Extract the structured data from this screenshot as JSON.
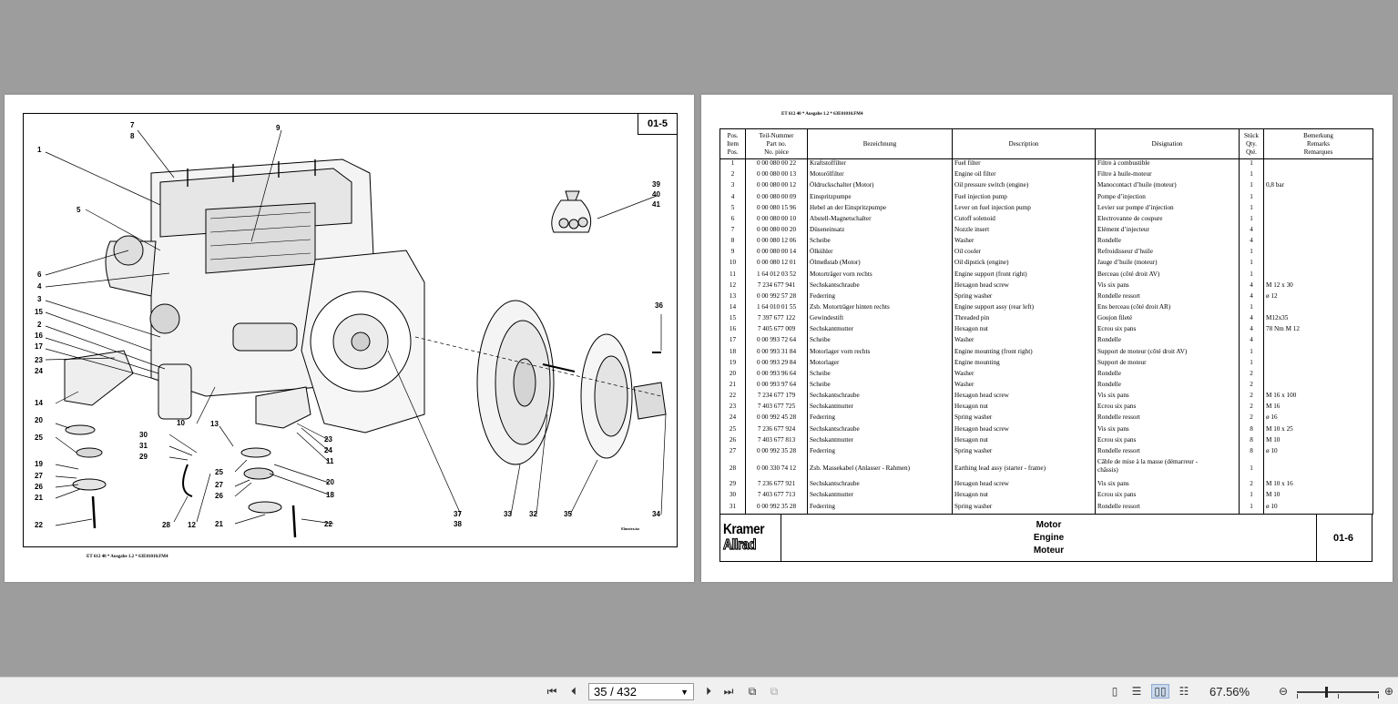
{
  "left_page": {
    "page_box": "01-5",
    "footer": "ET 612 40 * Ausgabe 1.2 * 63E01010.FM4",
    "file_name": "63motra.iso",
    "callouts": [
      {
        "id": "c7",
        "label": "7"
      },
      {
        "id": "c8",
        "label": "8"
      },
      {
        "id": "c9",
        "label": "9"
      },
      {
        "id": "c1",
        "label": "1"
      },
      {
        "id": "c5",
        "label": "5"
      },
      {
        "id": "c6",
        "label": "6"
      },
      {
        "id": "c4",
        "label": "4"
      },
      {
        "id": "c3",
        "label": "3"
      },
      {
        "id": "c15",
        "label": "15"
      },
      {
        "id": "c2",
        "label": "2"
      },
      {
        "id": "c16",
        "label": "16"
      },
      {
        "id": "c17",
        "label": "17"
      },
      {
        "id": "c23a",
        "label": "23"
      },
      {
        "id": "c24a",
        "label": "24"
      },
      {
        "id": "c14",
        "label": "14"
      },
      {
        "id": "c20a",
        "label": "20"
      },
      {
        "id": "c25a",
        "label": "25"
      },
      {
        "id": "c19",
        "label": "19"
      },
      {
        "id": "c27a",
        "label": "27"
      },
      {
        "id": "c26a",
        "label": "26"
      },
      {
        "id": "c21a",
        "label": "21"
      },
      {
        "id": "c22a",
        "label": "22"
      },
      {
        "id": "c10",
        "label": "10"
      },
      {
        "id": "c30",
        "label": "30"
      },
      {
        "id": "c31",
        "label": "31"
      },
      {
        "id": "c29",
        "label": "29"
      },
      {
        "id": "c28",
        "label": "28"
      },
      {
        "id": "c12",
        "label": "12"
      },
      {
        "id": "c13",
        "label": "13"
      },
      {
        "id": "c25b",
        "label": "25"
      },
      {
        "id": "c27b",
        "label": "27"
      },
      {
        "id": "c26b",
        "label": "26"
      },
      {
        "id": "c21b",
        "label": "21"
      },
      {
        "id": "c22b",
        "label": "22"
      },
      {
        "id": "c23b",
        "label": "23"
      },
      {
        "id": "c24b",
        "label": "24"
      },
      {
        "id": "c11",
        "label": "11"
      },
      {
        "id": "c20b",
        "label": "20"
      },
      {
        "id": "c18",
        "label": "18"
      },
      {
        "id": "c37",
        "label": "37"
      },
      {
        "id": "c38",
        "label": "38"
      },
      {
        "id": "c33",
        "label": "33"
      },
      {
        "id": "c32",
        "label": "32"
      },
      {
        "id": "c35",
        "label": "35"
      },
      {
        "id": "c34",
        "label": "34"
      },
      {
        "id": "c36",
        "label": "36"
      },
      {
        "id": "c39",
        "label": "39"
      },
      {
        "id": "c40",
        "label": "40"
      },
      {
        "id": "c41",
        "label": "41"
      }
    ]
  },
  "right_page": {
    "header": "ET 612 40 * Ausgabe 1.2 * 63E01010.FM4",
    "columns": {
      "pos": [
        "Pos.",
        "Item",
        "Pos."
      ],
      "part": [
        "Teil-Nummer",
        "Part no.",
        "No. pièce"
      ],
      "bez": "Bezeichnung",
      "desc": "Description",
      "desig": "Désignation",
      "qty": [
        "Stück",
        "Qty.",
        "Qté."
      ],
      "rem": [
        "Bemerkung",
        "Remarks",
        "Remarques"
      ]
    },
    "rows": [
      {
        "pos": "1",
        "part": "0 00 080 00 22",
        "bez": "Kraftstoffilter",
        "desc": "Fuel filter",
        "desig": "Filtre à combustible",
        "qty": "1",
        "rem": ""
      },
      {
        "pos": "2",
        "part": "0 00 080 00 13",
        "bez": "Motorölfilter",
        "desc": "Engine oil filter",
        "desig": "Filtre à huile-moteur",
        "qty": "1",
        "rem": ""
      },
      {
        "pos": "3",
        "part": "0 00 080 00 12",
        "bez": "Öldruckschalter (Motor)",
        "desc": "Oil pressure switch (engine)",
        "desig": "Manocontact d’huile (moteur)",
        "qty": "1",
        "rem": "0,8 bar"
      },
      {
        "pos": "4",
        "part": "0 00 080 00 09",
        "bez": "Einspritzpumpe",
        "desc": "Fuel injection pump",
        "desig": "Pompe d’injection",
        "qty": "1",
        "rem": ""
      },
      {
        "pos": "5",
        "part": "0 00 080 15 96",
        "bez": "Hebel an der Einspritzpumpe",
        "desc": "Lever on fuel injection pump",
        "desig": "Levier sur pompe d’injection",
        "qty": "1",
        "rem": ""
      },
      {
        "pos": "6",
        "part": "0 00 080 00 10",
        "bez": "Abstell-Magnetschalter",
        "desc": "Cutoff solenoid",
        "desig": "Electrovanne de coupure",
        "qty": "1",
        "rem": ""
      },
      {
        "pos": "7",
        "part": "0 00 080 00 20",
        "bez": "Düseneinsatz",
        "desc": "Nozzle insert",
        "desig": "Elément d’injecteur",
        "qty": "4",
        "rem": ""
      },
      {
        "pos": "8",
        "part": "0 00 080 12 06",
        "bez": "Scheibe",
        "desc": "Washer",
        "desig": "Rondelle",
        "qty": "4",
        "rem": ""
      },
      {
        "pos": "9",
        "part": "0 00 080 00 14",
        "bez": "Ölkühler",
        "desc": "Oil cooler",
        "desig": "Refroidisseur d’huile",
        "qty": "1",
        "rem": ""
      },
      {
        "pos": "10",
        "part": "0 00 080 12 01",
        "bez": "Ölmeßstab (Motor)",
        "desc": "Oil dipstick (engine)",
        "desig": "Jauge d’huile (moteur)",
        "qty": "1",
        "rem": ""
      },
      {
        "pos": "11",
        "part": "1 64 012 03 52",
        "bez": "Motorträger vorn rechts",
        "desc": "Engine support (front right)",
        "desig": "Berceau (côté droit AV)",
        "qty": "1",
        "rem": ""
      },
      {
        "pos": "12",
        "part": "7 234 677 941",
        "bez": "Sechskantschraube",
        "desc": "Hexagon head screw",
        "desig": "Vis six pans",
        "qty": "4",
        "rem": "M 12 x 30"
      },
      {
        "pos": "13",
        "part": "0 00 992 57 28",
        "bez": "Federring",
        "desc": "Spring washer",
        "desig": "Rondelle ressort",
        "qty": "4",
        "rem": "ø 12"
      },
      {
        "pos": "14",
        "part": "1 64 010 01 55",
        "bez": "Zsb. Motorträger hinten rechts",
        "desc": "Engine support assy (rear left)",
        "desig": "Ens berceau (côté droit AR)",
        "qty": "1",
        "rem": ""
      },
      {
        "pos": "15",
        "part": "7 397 677 122",
        "bez": "Gewindestift",
        "desc": "Threaded pin",
        "desig": "Goujon fileté",
        "qty": "4",
        "rem": "M12x35"
      },
      {
        "pos": "16",
        "part": "7 405 677 009",
        "bez": "Sechskantmutter",
        "desc": "Hexagon nut",
        "desig": "Ecrou six pans",
        "qty": "4",
        "rem": "78 Nm M 12"
      },
      {
        "pos": "17",
        "part": "0 00 993 72 64",
        "bez": "Scheibe",
        "desc": "Washer",
        "desig": "Rondelle",
        "qty": "4",
        "rem": ""
      },
      {
        "pos": "18",
        "part": "0 00 993 31 84",
        "bez": "Motorlager vorn rechts",
        "desc": "Engine mounting (front right)",
        "desig": "Support de moteur (côté droit AV)",
        "qty": "1",
        "rem": ""
      },
      {
        "pos": "19",
        "part": "0 00 993 29 84",
        "bez": "Motorlager",
        "desc": "Engine mounting",
        "desig": "Support de moteur",
        "qty": "1",
        "rem": ""
      },
      {
        "pos": "20",
        "part": "0 00 993 96 64",
        "bez": "Scheibe",
        "desc": "Washer",
        "desig": "Rondelle",
        "qty": "2",
        "rem": ""
      },
      {
        "pos": "21",
        "part": "0 00 993 97 64",
        "bez": "Scheibe",
        "desc": "Washer",
        "desig": "Rondelle",
        "qty": "2",
        "rem": ""
      },
      {
        "pos": "22",
        "part": "7 234 677 179",
        "bez": "Sechskantschraube",
        "desc": "Hexagon head screw",
        "desig": "Vis six pans",
        "qty": "2",
        "rem": "M 16 x 100"
      },
      {
        "pos": "23",
        "part": "7 403 677 725",
        "bez": "Sechskantmutter",
        "desc": "Hexagon nut",
        "desig": "Ecrou six pans",
        "qty": "2",
        "rem": "M 16"
      },
      {
        "pos": "24",
        "part": "0 00 992 45 28",
        "bez": "Federring",
        "desc": "Spring washer",
        "desig": "Rondelle ressort",
        "qty": "2",
        "rem": "ø 16"
      },
      {
        "pos": "25",
        "part": "7 236 677 924",
        "bez": "Sechskantschraube",
        "desc": "Hexagon head screw",
        "desig": "Vis six pans",
        "qty": "8",
        "rem": "M 10 x 25"
      },
      {
        "pos": "26",
        "part": "7 403 677 813",
        "bez": "Sechskantmutter",
        "desc": "Hexagon nut",
        "desig": "Ecrou six pans",
        "qty": "8",
        "rem": "M 10"
      },
      {
        "pos": "27",
        "part": "0 00 992 35 28",
        "bez": "Federring",
        "desc": "Spring washer",
        "desig": "Rondelle ressort",
        "qty": "8",
        "rem": "ø 10"
      },
      {
        "pos": "28",
        "part": "0 00 330 74 12",
        "bez": "Zsb. Massekabel (Anlasser - Rahmen)",
        "desc": "Earthing lead assy (starter - frame)",
        "desig": "Câble de mise à la masse (démarreur -",
        "desig2": "châssis)",
        "qty": "1",
        "rem": ""
      },
      {
        "pos": "29",
        "part": "7 236 677 921",
        "bez": "Sechskantschraube",
        "desc": "Hexagon head screw",
        "desig": "Vis six pans",
        "qty": "2",
        "rem": "M 10 x 16"
      },
      {
        "pos": "30",
        "part": "7 403 677 713",
        "bez": "Sechskantmutter",
        "desc": "Hexagon nut",
        "desig": "Ecrou six pans",
        "qty": "1",
        "rem": "M 10"
      },
      {
        "pos": "31",
        "part": "0 00 992 35 28",
        "bez": "Federring",
        "desc": "Spring washer",
        "desig": "Rondelle ressort",
        "qty": "1",
        "rem": "ø 10"
      }
    ],
    "logo": {
      "line1": "Kramer",
      "line2": "Allrad"
    },
    "titles": [
      "Motor",
      "Engine",
      "Moteur"
    ],
    "page_box": "01-6"
  },
  "toolbar": {
    "page_field": "35 / 432",
    "zoom": "67.56%",
    "zoom_fraction": 0.35,
    "icons": [
      "first-page-icon",
      "prev-page-icon",
      "next-page-icon",
      "last-page-icon",
      "fit-page-icon",
      "fit-width-icon",
      "single-page-icon",
      "continuous-icon",
      "two-page-icon",
      "two-page-continuous-icon",
      "zoom-out-icon",
      "zoom-in-icon"
    ]
  }
}
